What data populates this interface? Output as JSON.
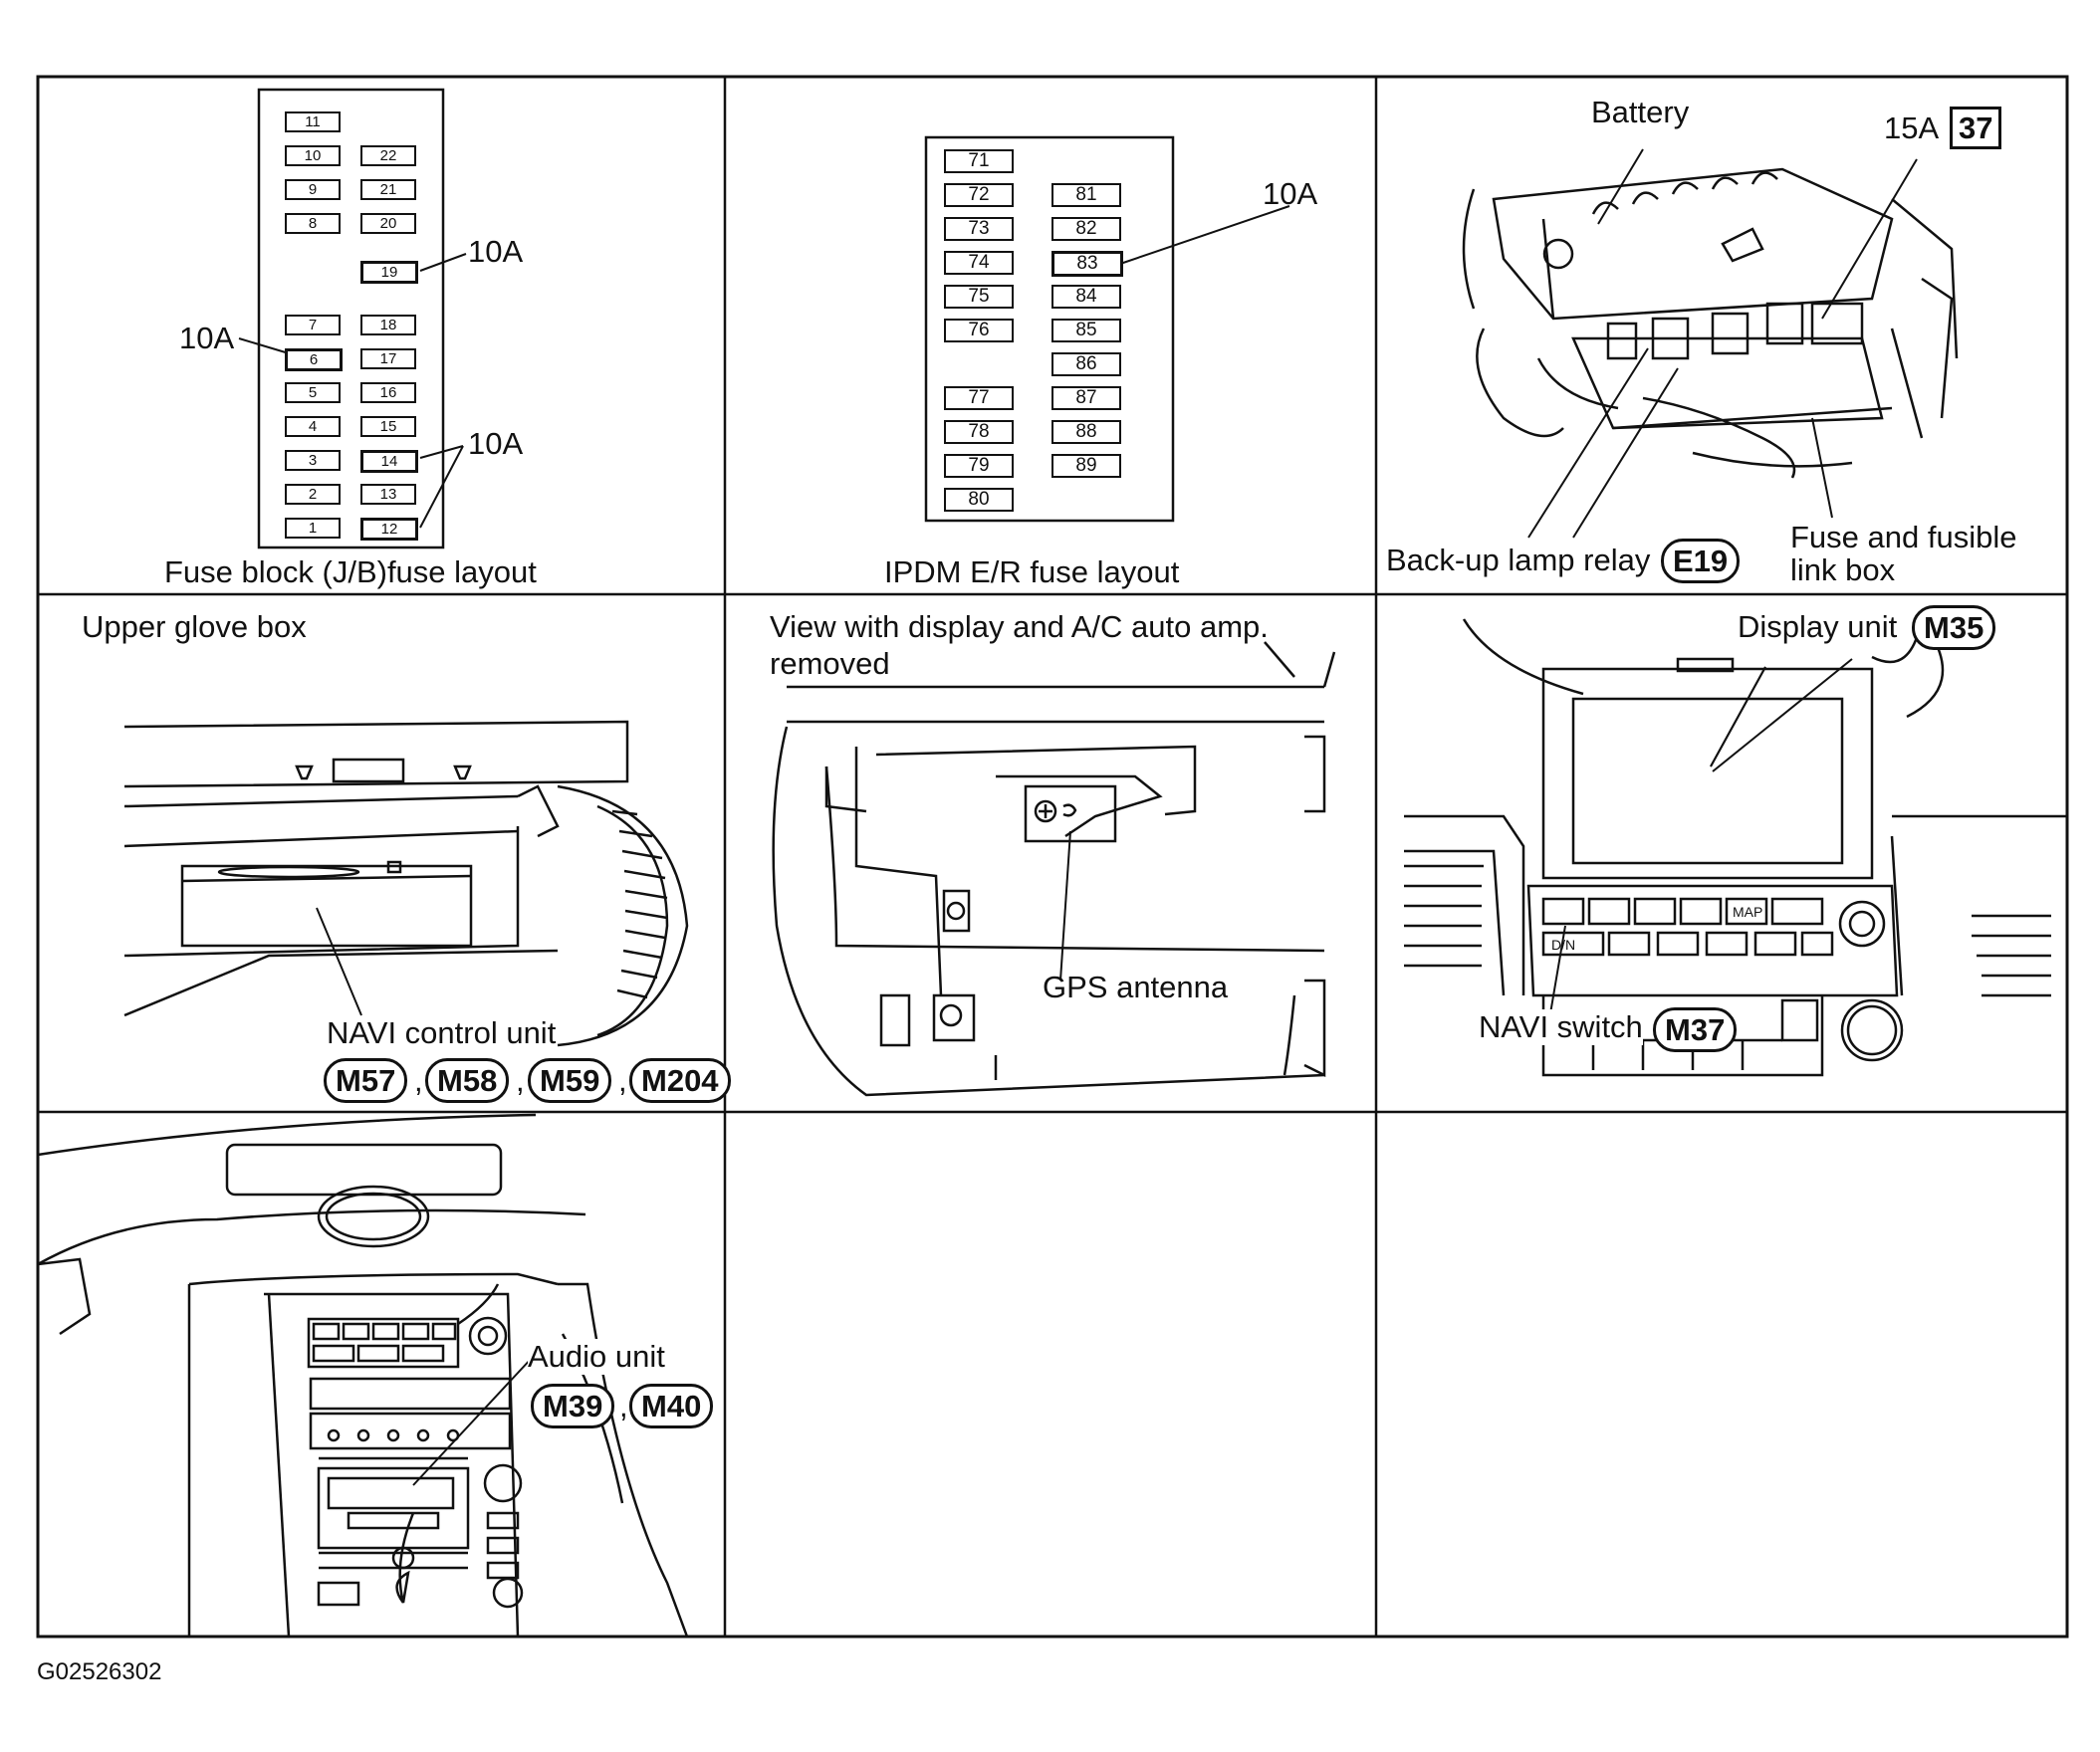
{
  "figure_id": "G02526302",
  "cells": {
    "fuse_block": {
      "caption": "Fuse block (J/B)fuse layout",
      "fuses_left": [
        "11",
        "10",
        "9",
        "8",
        "7",
        "6",
        "5",
        "4",
        "3",
        "2",
        "1"
      ],
      "fuses_right": [
        "22",
        "21",
        "20",
        "19",
        "18",
        "17",
        "16",
        "15",
        "14",
        "13",
        "12"
      ],
      "callout_19": "10A",
      "callout_6": "10A",
      "callout_14_12": "10A"
    },
    "ipdm": {
      "caption": "IPDM E/R fuse layout",
      "fuses_left": [
        "71",
        "72",
        "73",
        "74",
        "75",
        "76",
        "77",
        "78",
        "79",
        "80"
      ],
      "fuses_right": [
        "81",
        "82",
        "83",
        "84",
        "85",
        "86",
        "87",
        "88",
        "89"
      ],
      "callout_83": "10A"
    },
    "battery": {
      "battery_label": "Battery",
      "fuse_amp": "15A",
      "fuse_no": "37",
      "relay_label": "Back-up lamp relay",
      "relay_code": "E19",
      "box_label_1": "Fuse and fusible",
      "box_label_2": "link box"
    },
    "glovebox": {
      "title": "Upper glove box",
      "unit_label": "NAVI control unit",
      "codes": [
        "M57",
        "M58",
        "M59",
        "M204"
      ]
    },
    "gps": {
      "title_1": "View with display and A/C auto amp.",
      "title_2": "removed",
      "label": "GPS antenna"
    },
    "display": {
      "display_label": "Display unit",
      "display_code": "M35",
      "switch_label": "NAVI switch",
      "switch_code": "M37",
      "map_button": "MAP",
      "dn_button": "D/N"
    },
    "audio": {
      "label": "Audio unit",
      "codes": [
        "M39",
        "M40"
      ]
    }
  }
}
